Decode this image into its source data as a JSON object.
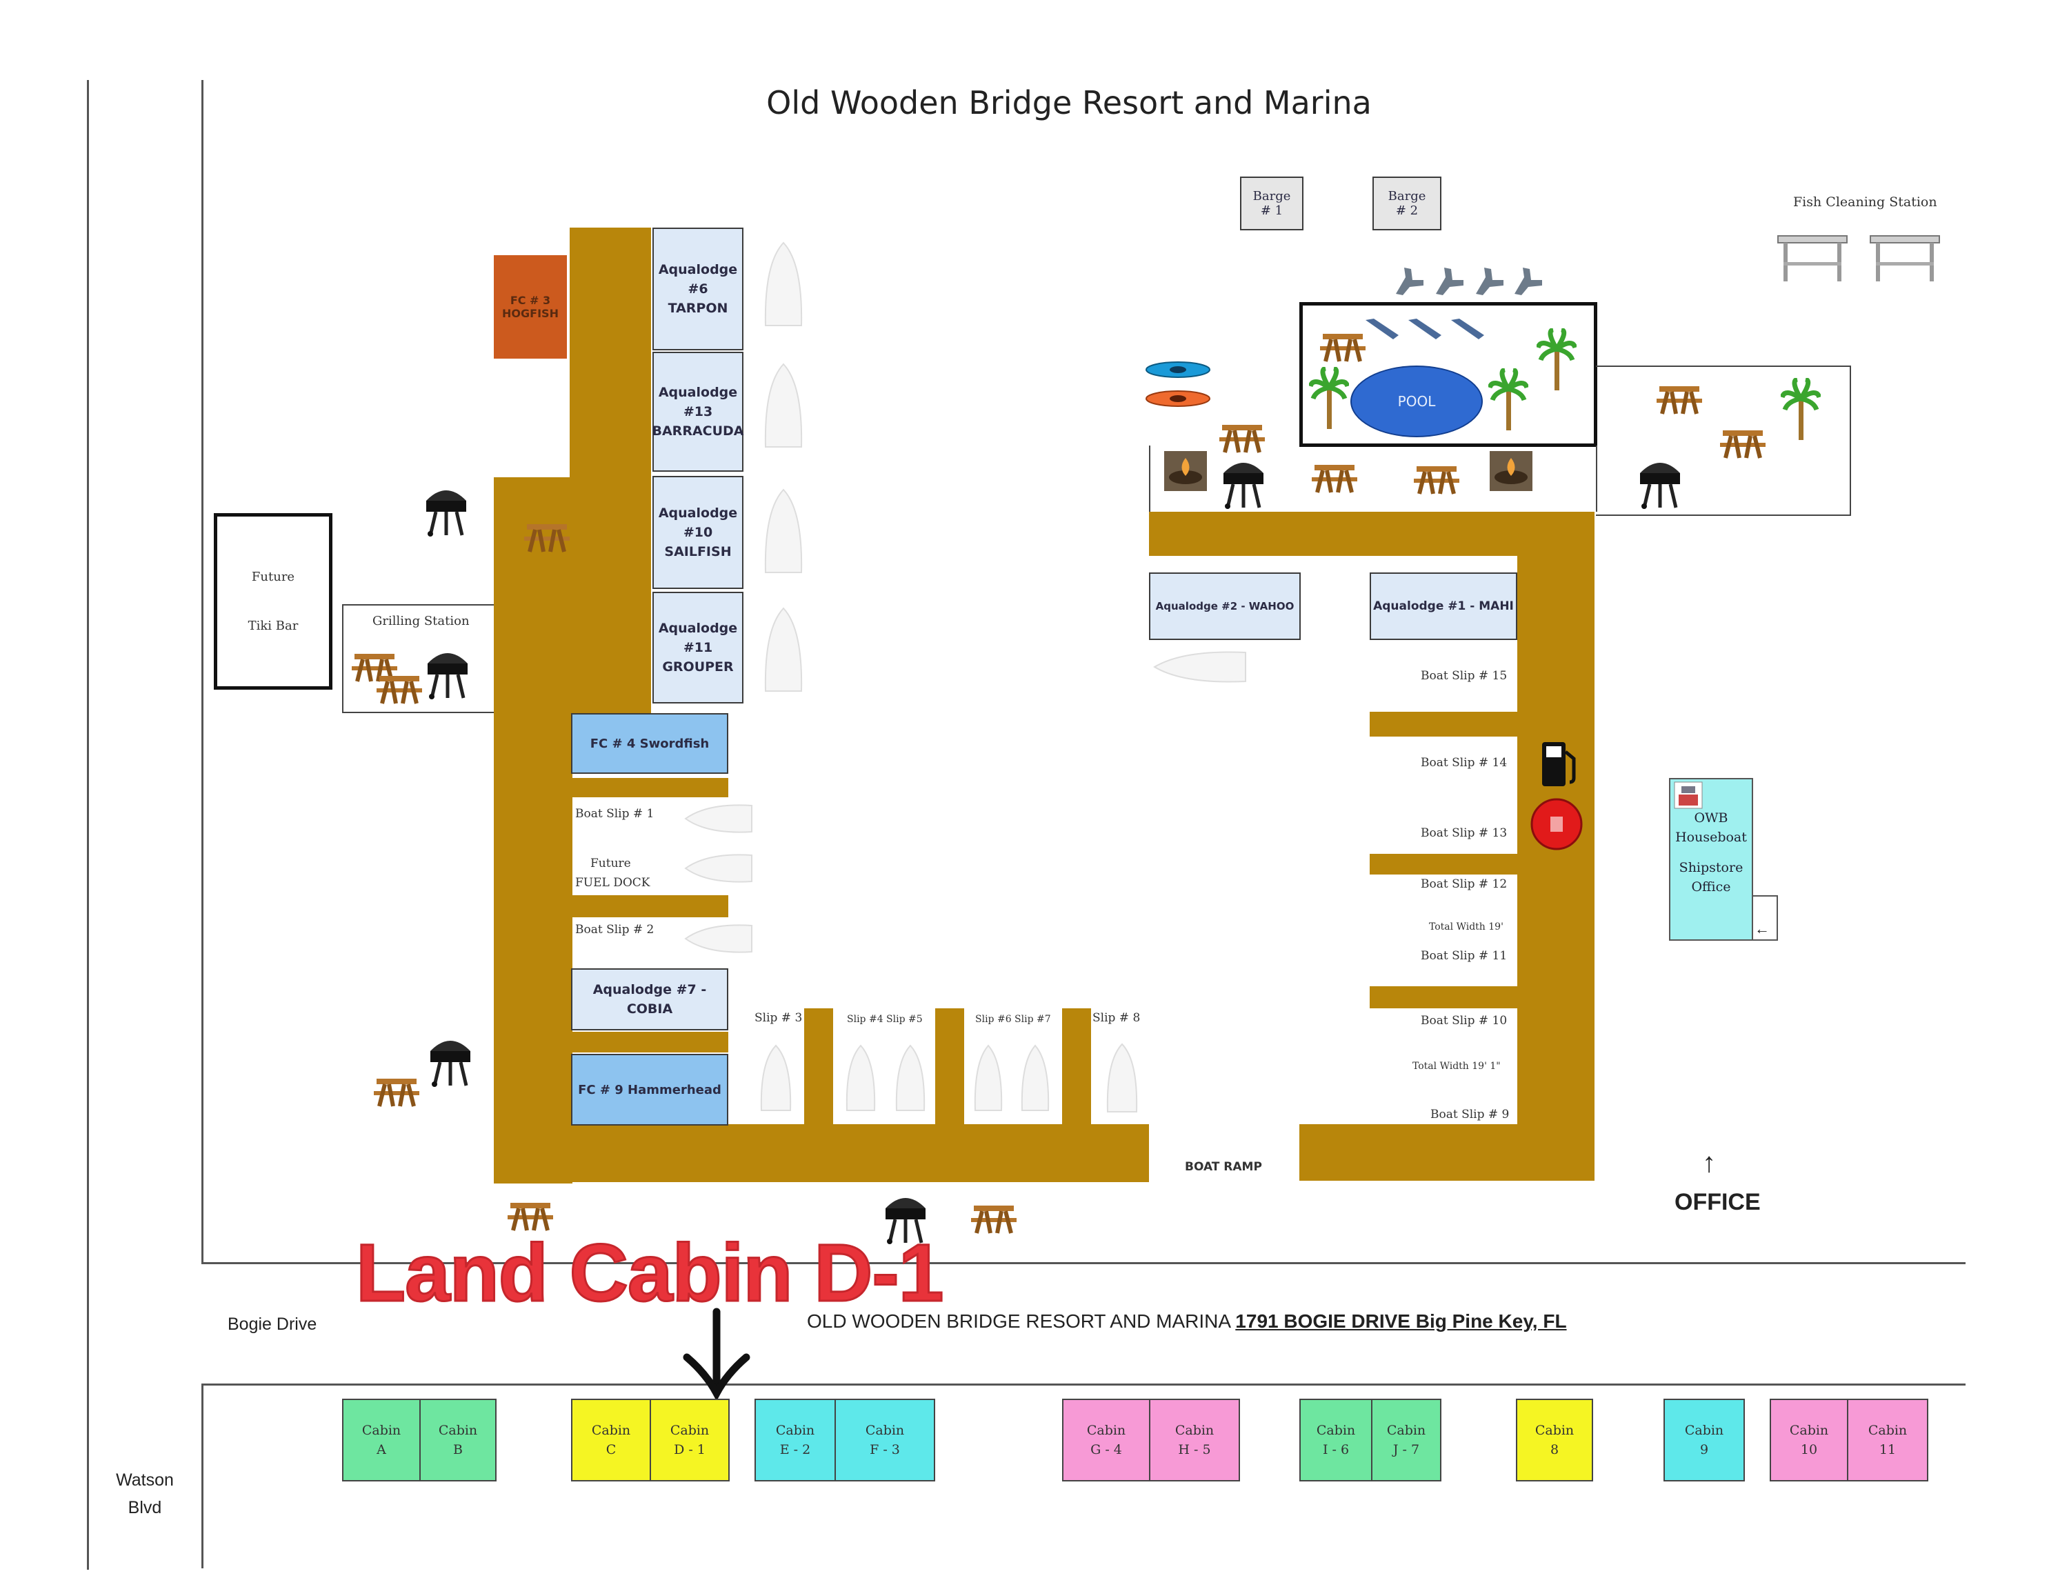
{
  "title": "Old Wooden Bridge Resort and Marina",
  "callout": "Land Cabin D-1",
  "address": {
    "name": "OLD WOODEN BRIDGE RESORT AND MARINA",
    "street": "1791 BOGIE DRIVE Big Pine Key, FL"
  },
  "streets": {
    "bogie": "Bogie Drive",
    "watson_line1": "Watson",
    "watson_line2": "Blvd"
  },
  "barges": [
    {
      "line1": "Barge",
      "line2": "# 1"
    },
    {
      "line1": "Barge",
      "line2": "# 2"
    }
  ],
  "fish_cleaning": "Fish Cleaning Station",
  "future_tiki": {
    "line1": "Future",
    "line2": "Tiki Bar"
  },
  "grilling_station": "Grilling Station",
  "fc3": {
    "line1": "FC # 3",
    "line2": "HOGFISH"
  },
  "aqualodges_left": [
    {
      "line1": "Aqualodge",
      "line2": "#6",
      "line3": "TARPON"
    },
    {
      "line1": "Aqualodge",
      "line2": "#13",
      "line3": "BARRACUDA"
    },
    {
      "line1": "Aqualodge",
      "line2": "#10",
      "line3": "SAILFISH"
    },
    {
      "line1": "Aqualodge",
      "line2": "#11",
      "line3": "GROUPER"
    }
  ],
  "fc4": "FC # 4 Swordfish",
  "fc9": "FC # 9 Hammerhead",
  "aqualodge7": "Aqualodge #7 - COBIA",
  "aqualodge2": "Aqualodge #2 - WAHOO",
  "aqualodge1": "Aqualodge #1 - MAHI",
  "left_slips": {
    "slip1": "Boat Slip # 1",
    "fuel1": "Future",
    "fuel2": "FUEL DOCK",
    "slip2": "Boat Slip # 2"
  },
  "bottom_slips": {
    "s3": "Slip # 3",
    "s45": "Slip #4 Slip #5",
    "s67": "Slip #6 Slip #7",
    "s8": "Slip # 8"
  },
  "right_slips": {
    "s15": "Boat Slip # 15",
    "s14": "Boat Slip # 14",
    "s13": "Boat Slip # 13",
    "s12": "Boat Slip # 12",
    "w19": "Total Width 19'",
    "s11": "Boat Slip # 11",
    "s10": "Boat Slip # 10",
    "w191": "Total Width 19' 1\"",
    "s9": "Boat Slip # 9"
  },
  "pool": "POOL",
  "boat_ramp": "BOAT RAMP",
  "office_label": "OFFICE",
  "shipstore": {
    "line1": "OWB",
    "line2": "Houseboat",
    "line3": "Shipstore",
    "line4": "Office"
  },
  "cabins": [
    {
      "line1": "Cabin",
      "line2": "A",
      "color": "#6ee6a0"
    },
    {
      "line1": "Cabin",
      "line2": "B",
      "color": "#6ee6a0"
    },
    {
      "line1": "Cabin",
      "line2": "C",
      "color": "#f5f523"
    },
    {
      "line1": "Cabin",
      "line2": "D - 1",
      "color": "#f5f523"
    },
    {
      "line1": "Cabin",
      "line2": "E - 2",
      "color": "#5ee8ea"
    },
    {
      "line1": "Cabin",
      "line2": "F - 3",
      "color": "#5ee8ea"
    },
    {
      "line1": "Cabin",
      "line2": "G - 4",
      "color": "#f79ad6"
    },
    {
      "line1": "Cabin",
      "line2": "H - 5",
      "color": "#f79ad6"
    },
    {
      "line1": "Cabin",
      "line2": "I - 6",
      "color": "#6ee6a0"
    },
    {
      "line1": "Cabin",
      "line2": "J - 7",
      "color": "#6ee6a0"
    },
    {
      "line1": "Cabin",
      "line2": "8",
      "color": "#f5f523"
    },
    {
      "line1": "Cabin",
      "line2": "9",
      "color": "#5ee8ea"
    },
    {
      "line1": "Cabin",
      "line2": "10",
      "color": "#f79ad6"
    },
    {
      "line1": "Cabin",
      "line2": "11",
      "color": "#f79ad6"
    }
  ],
  "colors": {
    "dock": "#b8860b",
    "callout": "#e8333a",
    "pool": "#2f6ad1",
    "fc3": "#cc5a1e"
  }
}
